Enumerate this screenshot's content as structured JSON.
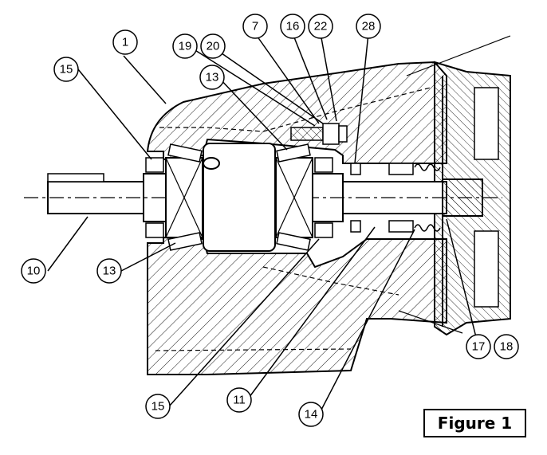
{
  "figure_label": "Figure 1",
  "callouts": {
    "c1": "1",
    "c7": "7",
    "c16": "16",
    "c22": "22",
    "c28": "28",
    "c19": "19",
    "c20": "20",
    "c15a": "15",
    "c13a": "13",
    "c10": "10",
    "c13b": "13",
    "c15b": "15",
    "c11": "11",
    "c14": "14",
    "c17": "17",
    "c18": "18"
  }
}
